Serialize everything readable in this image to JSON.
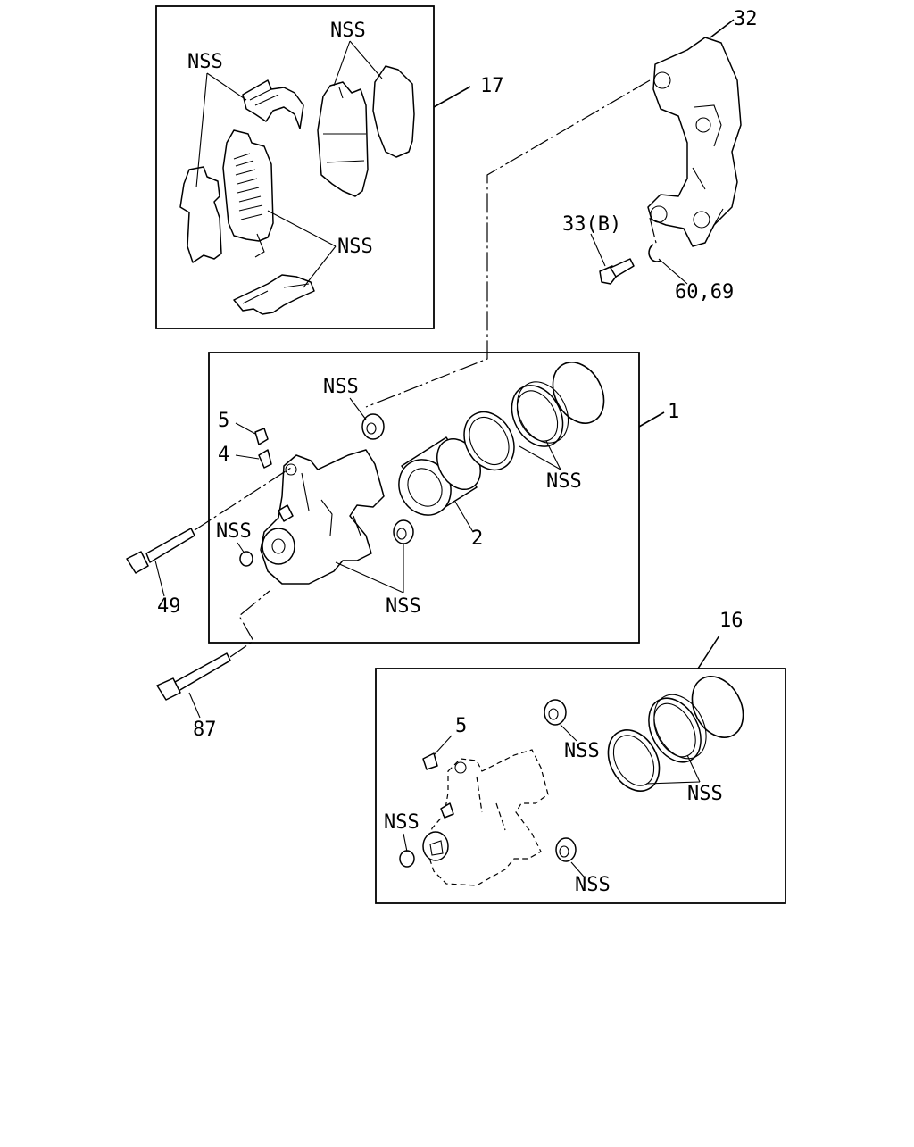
{
  "labels": {
    "p32": "32",
    "p17": "17",
    "p33b": "33(B)",
    "p6069": "60,69",
    "p1": "1",
    "p5a": "5",
    "p4": "4",
    "p2": "2",
    "p49": "49",
    "p87": "87",
    "p16": "16",
    "p5b": "5",
    "nss": "NSS"
  }
}
